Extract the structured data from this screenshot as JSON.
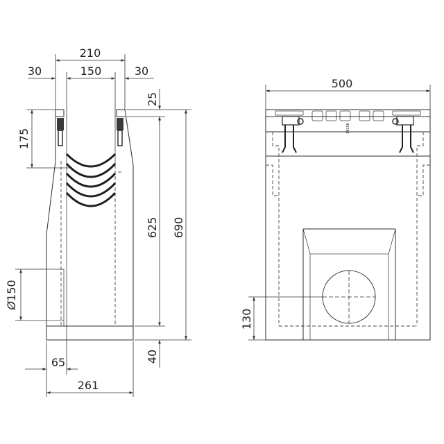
{
  "side_view": {
    "dimensions": {
      "top_width": "210",
      "flange_left": "30",
      "channel_width": "150",
      "flange_right": "30",
      "grate_thickness": "25",
      "grate_depth": "175",
      "inner_height": "625",
      "total_height": "690",
      "outlet_diameter": "150",
      "bottom_thickness": "40",
      "outlet_offset": "65",
      "base_width": "261"
    }
  },
  "front_view": {
    "dimensions": {
      "width": "500",
      "outlet_height": "130"
    },
    "grate_marking": "DN150"
  },
  "colors": {
    "line": "#2b2b2b",
    "background": "#ffffff"
  }
}
